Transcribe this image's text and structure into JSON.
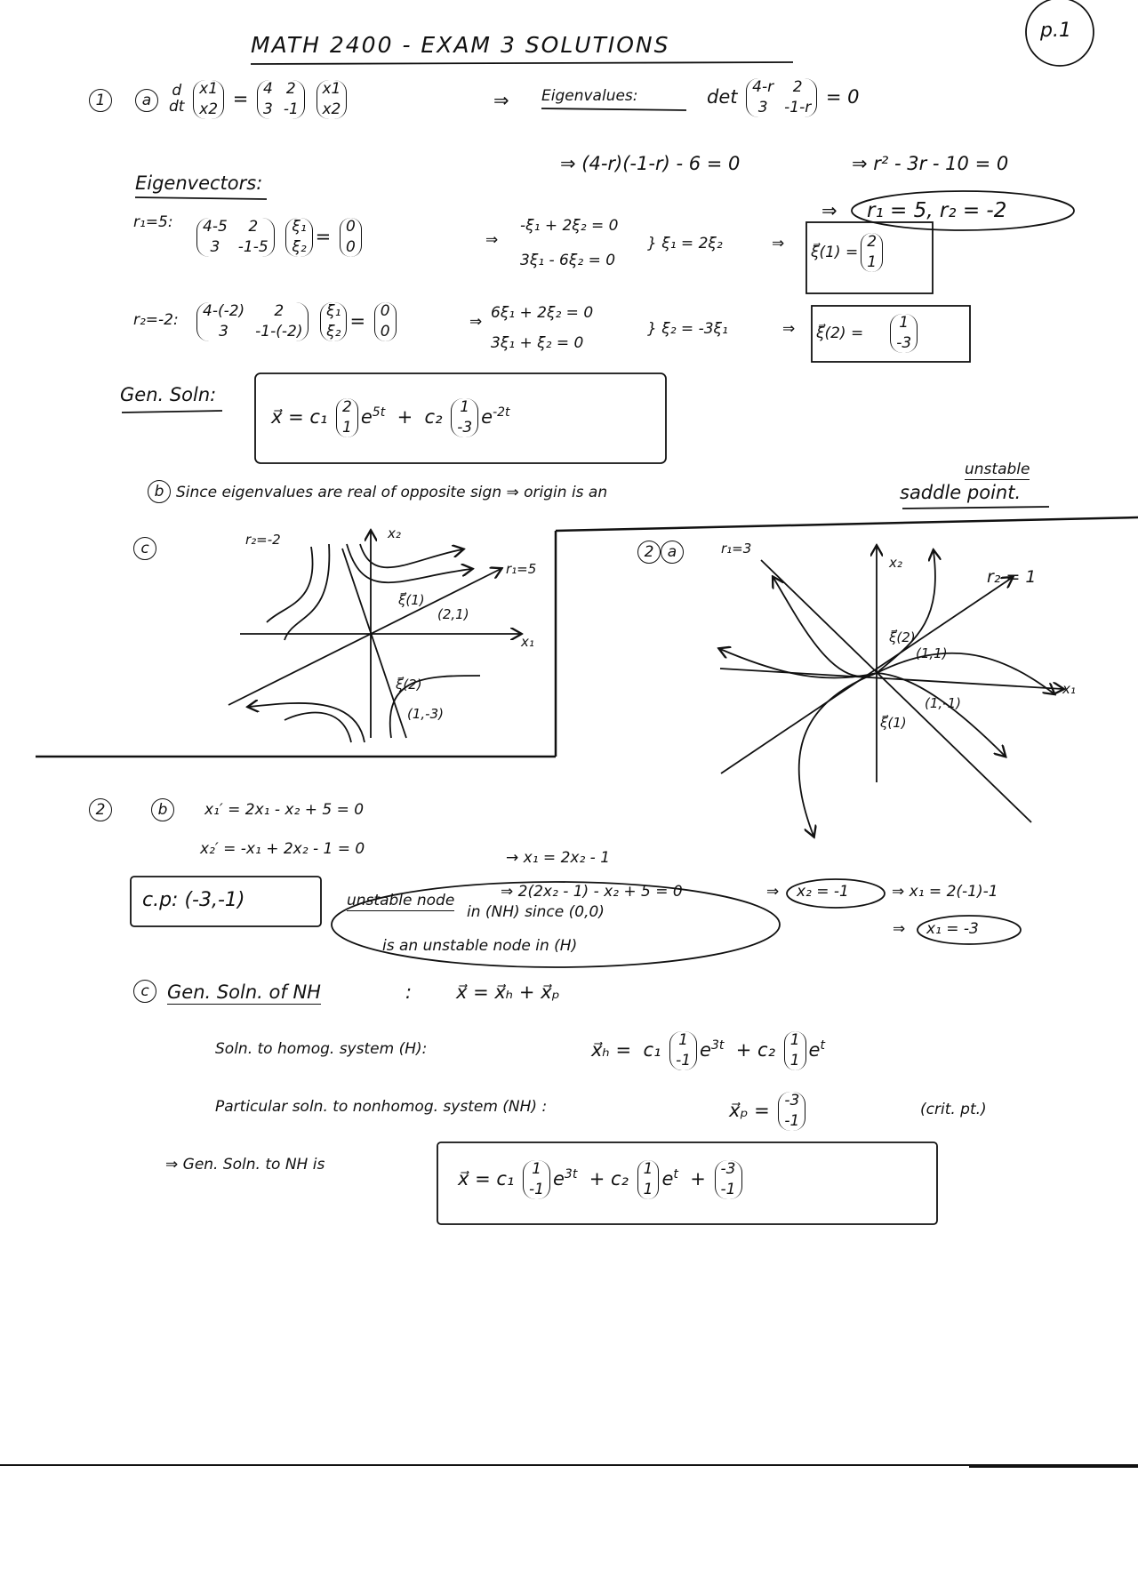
{
  "header": {
    "title": "MATH 2400 - EXAM 3 SOLUTIONS",
    "page": "p.1"
  },
  "q1": {
    "num": "1",
    "a": {
      "label": "a",
      "d": "d",
      "dt": "dt",
      "x": [
        "x1",
        "x2"
      ],
      "A": [
        [
          "4",
          "2"
        ],
        [
          "3",
          "-1"
        ]
      ],
      "eq": "=",
      "arrow": "⇒",
      "eig_label": "Eigenvalues:",
      "det": "det",
      "detM": [
        [
          "4-r",
          "2"
        ],
        [
          "3",
          "-1-r"
        ]
      ],
      "det_eq": "= 0",
      "char1": "⇒ (4-r)(-1-r) - 6 = 0",
      "char2": "⇒ r² - 3r - 10 = 0",
      "roots_arrow": "⇒",
      "roots": "r₁ = 5,  r₂ = -2",
      "evec_label": "Eigenvectors:",
      "r1": {
        "label": "r₁=5:",
        "M": [
          [
            "4-5",
            "2"
          ],
          [
            "3",
            "-1-5"
          ]
        ],
        "xi": [
          "ξ₁",
          "ξ₂"
        ],
        "zero": [
          "0",
          "0"
        ],
        "eqs": [
          "-ξ₁ + 2ξ₂ = 0",
          "3ξ₁ - 6ξ₂ = 0"
        ],
        "rel": "} ξ₁ = 2ξ₂",
        "arrow": "⇒",
        "vec_label": "ξ⃗(1) =",
        "vec": [
          "2",
          "1"
        ]
      },
      "r2": {
        "label": "r₂=-2:",
        "M": [
          [
            "4-(-2)",
            "2"
          ],
          [
            "3",
            "-1-(-2)"
          ]
        ],
        "xi": [
          "ξ₁",
          "ξ₂"
        ],
        "zero": [
          "0",
          "0"
        ],
        "eqs": [
          "6ξ₁ + 2ξ₂ = 0",
          "3ξ₁ + ξ₂ = 0"
        ],
        "rel": "} ξ₂ = -3ξ₁",
        "arrow": "⇒",
        "vec_label": "ξ⃗(2) =",
        "vec": [
          "1",
          "-3"
        ]
      },
      "gen_label": "Gen. Soln:",
      "gen": {
        "x": "x⃗ =",
        "c1": "c₁",
        "v1": [
          "2",
          "1"
        ],
        "e1": "e",
        "exp1": "5t",
        "plus": "+",
        "c2": "c₂",
        "v2": [
          "1",
          "-3"
        ],
        "e2": "e",
        "exp2": "-2t"
      }
    },
    "b": {
      "label": "b",
      "text": "Since eigenvalues are real of opposite sign ⇒ origin is an",
      "unstable": "unstable",
      "saddle": "saddle point."
    },
    "c": {
      "label": "c",
      "r2": "r₂=-2",
      "x2": "x₂",
      "r1": "r₁=5",
      "x1": "x₁",
      "xi1": "ξ⃗(1)",
      "p1": "(2,1)",
      "xi2": "ξ⃗(2)",
      "p2": "(1,-3)"
    }
  },
  "q2": {
    "num": "2",
    "a": {
      "label": "a",
      "r1": "r₁=3",
      "r2": "r₂ = 1",
      "x2": "x₂",
      "x1": "x₁",
      "xi2": "ξ⃗(2)",
      "p2": "(1,1)",
      "p1": "(1,-1)",
      "xi1": "ξ⃗(1)"
    },
    "b": {
      "label": "b",
      "eq1": "x₁′ = 2x₁ - x₂ + 5 = 0",
      "eq2": "x₂′ = -x₁ + 2x₂ - 1 = 0",
      "solve1": "→ x₁ = 2x₂ - 1",
      "solve2": "⇒ 2(2x₂ - 1) - x₂ + 5 = 0",
      "arrow": "⇒",
      "x2val": "x₂ = -1",
      "x1calc": "⇒ x₁ = 2(-1)-1",
      "x1val": "x₁ = -3",
      "cp": "c.p: (-3,-1)",
      "node1": "unstable node",
      "node2": "in (NH) since (0,0)",
      "node3": "is an unstable node in (H)"
    },
    "c": {
      "label": "c",
      "head": "Gen. Soln. of NH",
      "colon": ":",
      "sum": "x⃗ = x⃗ₕ + x⃗ₚ",
      "homog_label": "Soln. to homog. system (H):",
      "xh": "x⃗ₕ =",
      "c1": "c₁",
      "v1": [
        "1",
        "-1"
      ],
      "e": "e",
      "exp1": "3t",
      "plus": "+",
      "c2": "c₂",
      "v2": [
        "1",
        "1"
      ],
      "exp2": "t",
      "part_label": "Particular soln. to nonhomog. system (NH) :",
      "xp": "x⃗ₚ =",
      "vp": [
        "-3",
        "-1"
      ],
      "crit": "(crit. pt.)",
      "final_label": "⇒ Gen. Soln. to NH is",
      "final_x": "x⃗ ="
    }
  }
}
